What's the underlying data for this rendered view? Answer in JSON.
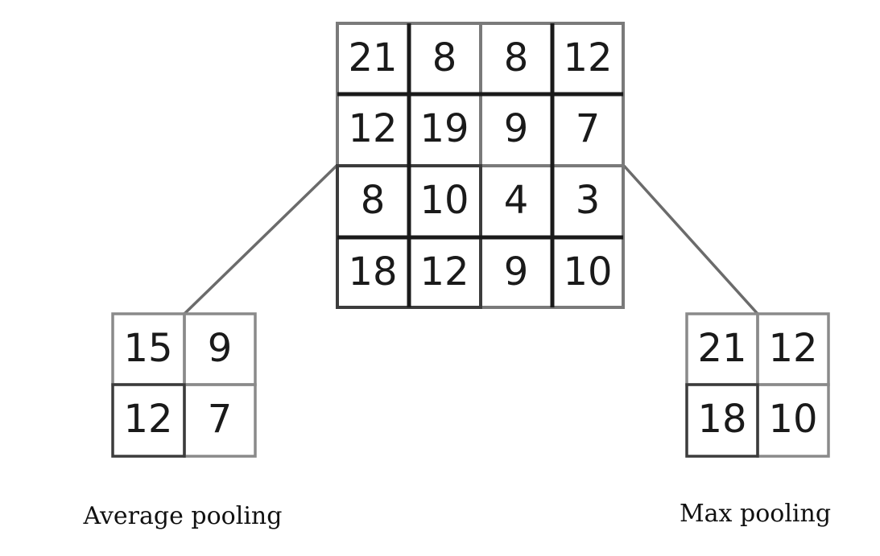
{
  "input_matrix": {
    "rows": [
      [
        "21",
        "8",
        "8",
        "12"
      ],
      [
        "12",
        "19",
        "9",
        "7"
      ],
      [
        "8",
        "10",
        "4",
        "3"
      ],
      [
        "18",
        "12",
        "9",
        "10"
      ]
    ]
  },
  "average_pooling": {
    "caption": "Average pooling",
    "rows": [
      [
        "15",
        "9"
      ],
      [
        "12",
        "7"
      ]
    ]
  },
  "max_pooling": {
    "caption": "Max pooling",
    "rows": [
      [
        "21",
        "12"
      ],
      [
        "18",
        "10"
      ]
    ]
  },
  "colors": {
    "dark_line": "#1a1a1a",
    "gray_line": "#7a7a7a",
    "connector": "#6b6b6b"
  }
}
